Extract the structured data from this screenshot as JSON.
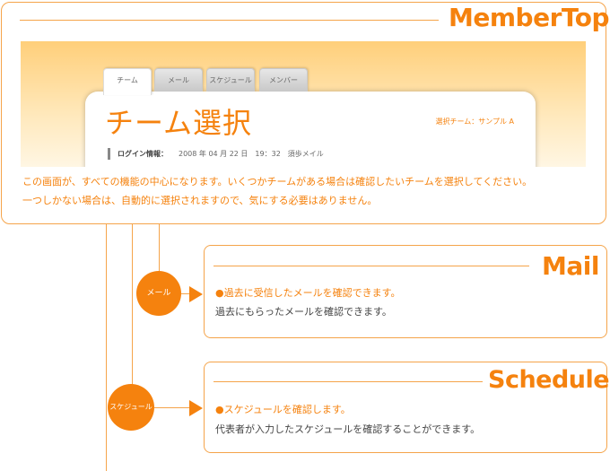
{
  "top": {
    "title": "MemberTop",
    "tabs": [
      "チーム",
      "メール",
      "スケジュール",
      "メンバー"
    ],
    "card_title": "チーム選択",
    "selected_team": "選択チーム：サンプル A",
    "login_label": "ログイン情報：",
    "login_info": "2008 年 04 月 22 日　19：32　須歩メイル",
    "desc_line1": "この画面が、すべての機能の中心になります。いくつかチームがある場合は確認したいチームを選択してください。",
    "desc_line2": "一つしかない場合は、自動的に選択されますので、気にする必要はありません。"
  },
  "mail": {
    "circle_label": "メール",
    "title": "Mail",
    "headline": "●過去に受信したメールを確認できます。",
    "text": "過去にもらったメールを確認できます。"
  },
  "schedule": {
    "circle_label": "スケジュール",
    "title": "Schedule",
    "headline": "●スケジュールを確認します。",
    "text": "代表者が入力したスケジュールを確認することができます。"
  },
  "colors": {
    "accent": "#f5820e",
    "border": "#f5a44a"
  }
}
